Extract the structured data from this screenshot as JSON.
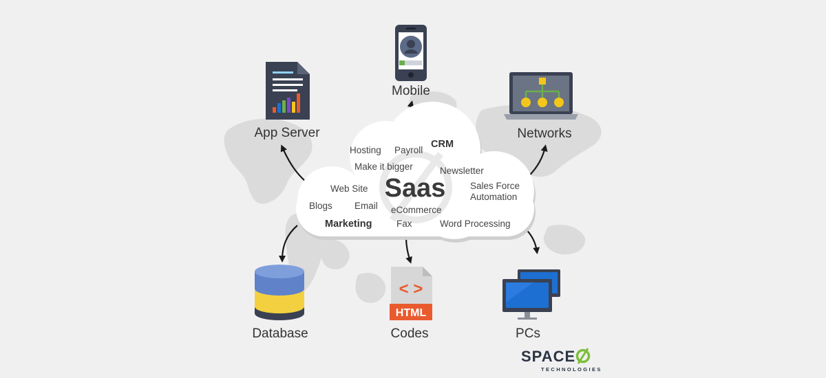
{
  "diagram": {
    "center": {
      "title": "Saas",
      "words": [
        "Hosting",
        "Payroll",
        "CRM",
        "Make it bigger",
        "Newsletter",
        "Web Site",
        "Sales Force",
        "Automation",
        "Blogs",
        "Email",
        "eCommerce",
        "Marketing",
        "Fax",
        "Word Processing"
      ]
    },
    "nodes": {
      "mobile": {
        "label": "Mobile",
        "icon": "mobile-phone-icon"
      },
      "app_server": {
        "label": "App Server",
        "icon": "document-chart-icon"
      },
      "networks": {
        "label": "Networks",
        "icon": "laptop-network-icon"
      },
      "database": {
        "label": "Database",
        "icon": "database-icon"
      },
      "codes": {
        "label": "Codes",
        "icon": "html-file-icon",
        "file_badge": "HTML",
        "code_glyph": "< >"
      },
      "pcs": {
        "label": "PCs",
        "icon": "monitors-icon"
      }
    }
  },
  "brand": {
    "name": "SPACE",
    "tagline": "TECHNOLOGIES"
  },
  "colors": {
    "background": "#f1f0f1",
    "map": "#dcdbdc",
    "dark_navy": "#3a4152",
    "yellow": "#f3c61c",
    "blue": "#1e6fd2",
    "green": "#6ab04c",
    "orange": "#e95b2e",
    "brand_green": "#7bbf3a"
  }
}
